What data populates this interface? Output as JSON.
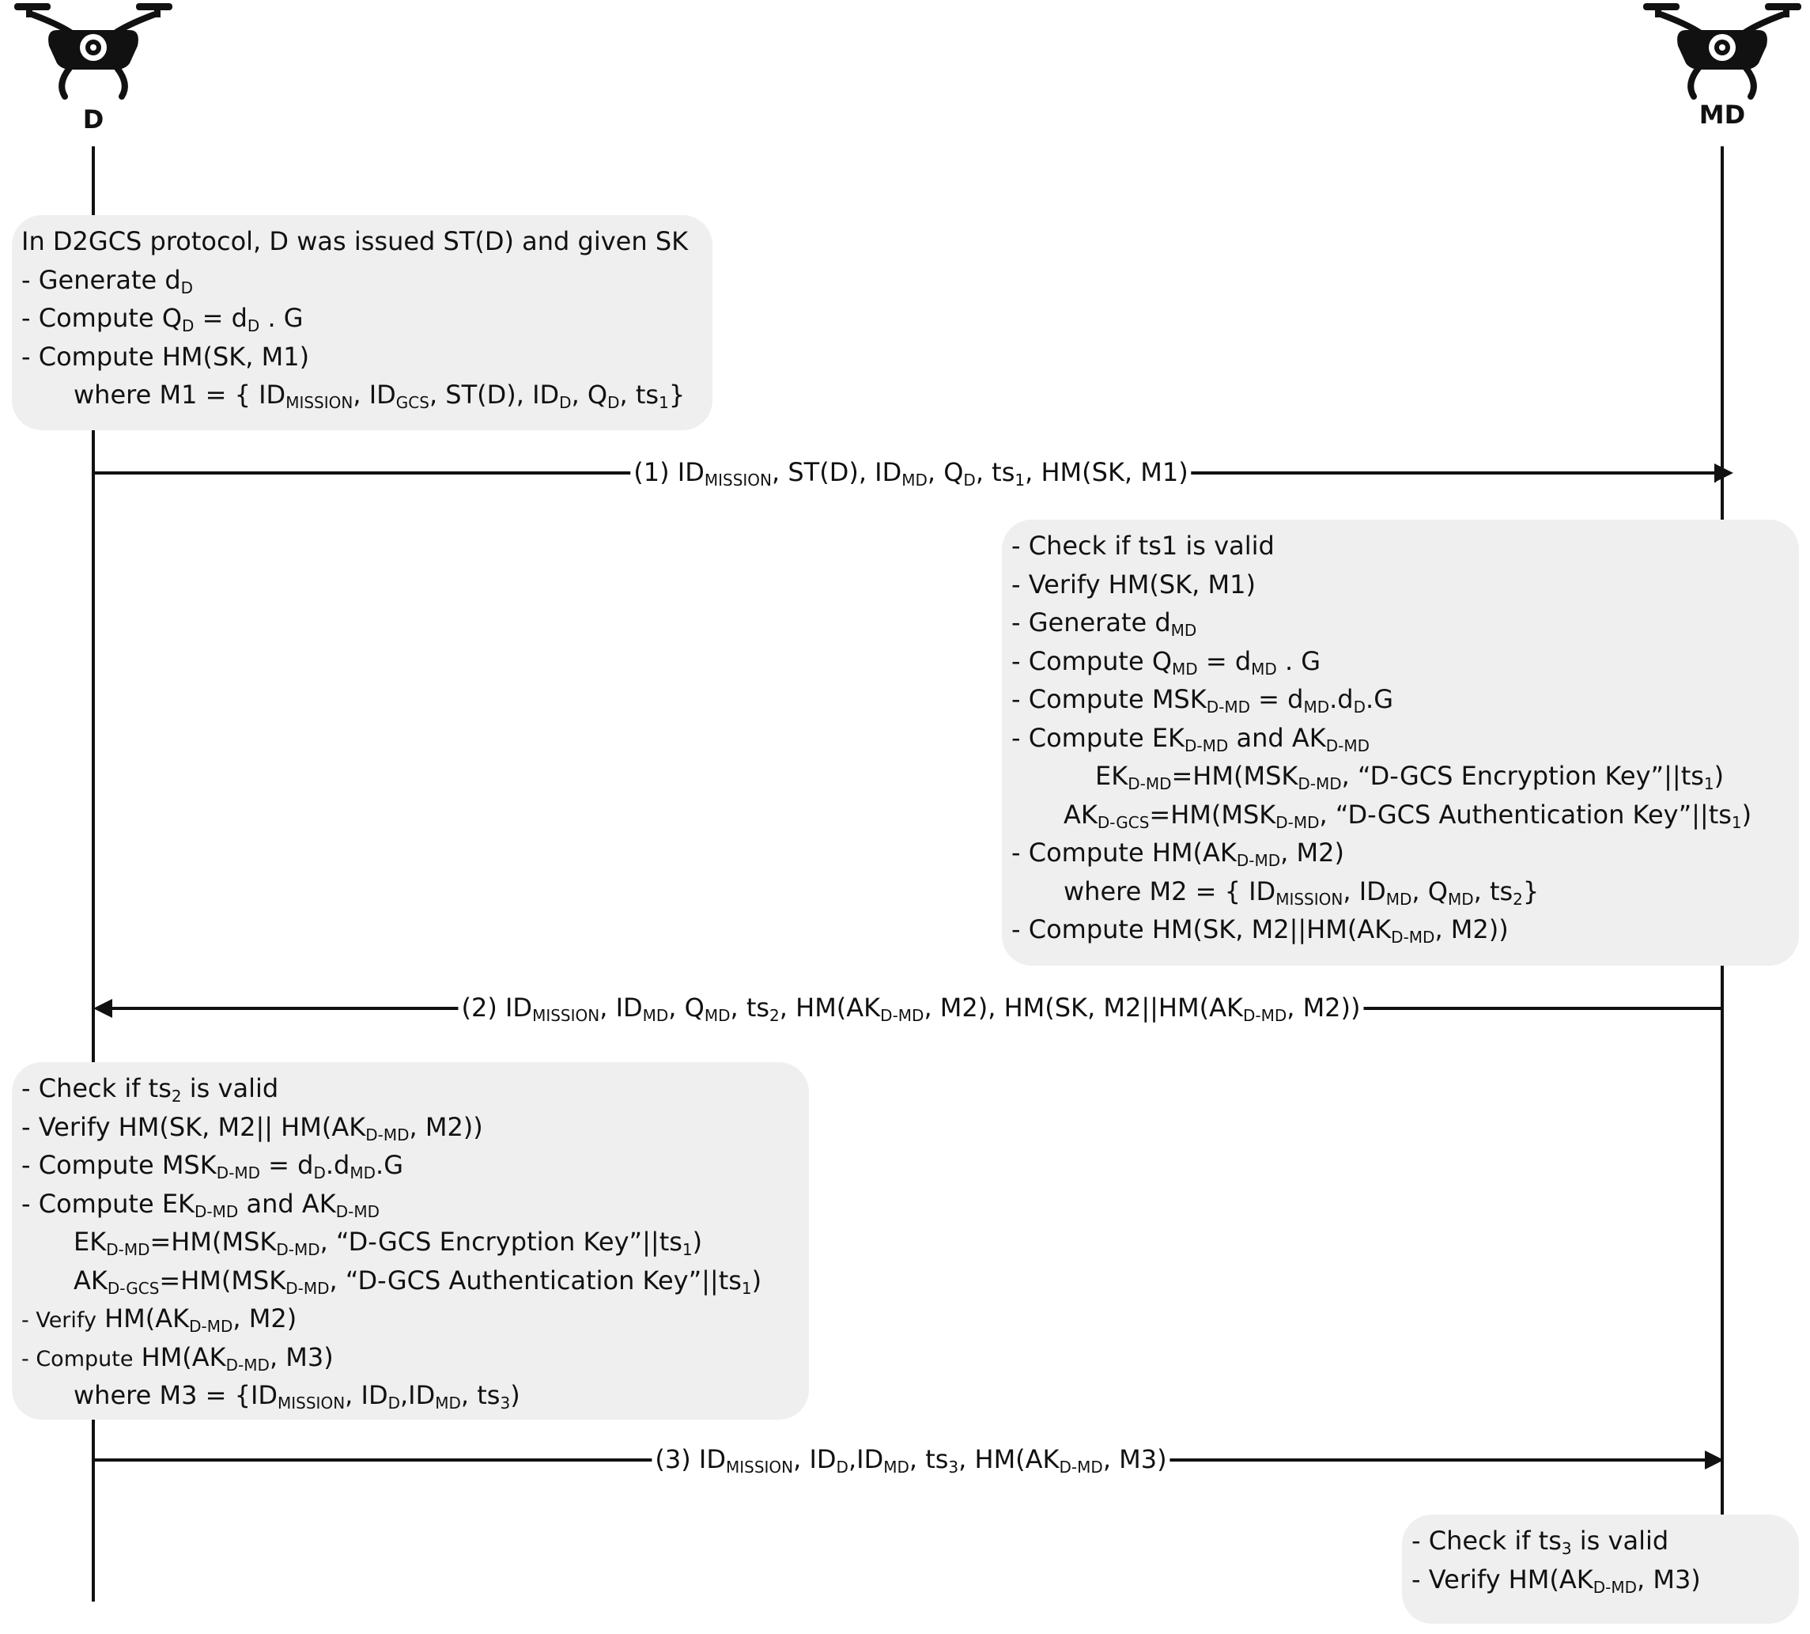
{
  "actors": {
    "left": {
      "label": "D",
      "icon": "drone-icon"
    },
    "right": {
      "label": "MD",
      "icon": "drone-icon"
    }
  },
  "boxes": [
    {
      "id": "d-initial",
      "lines": [
        [
          {
            "t": "In D2GCS protocol, D was issued ST(D) and given SK"
          }
        ],
        [
          {
            "t": "- Generate d"
          },
          {
            "s": "D"
          }
        ],
        [
          {
            "t": "- Compute Q"
          },
          {
            "s": "D"
          },
          {
            "t": " = d"
          },
          {
            "s": "D"
          },
          {
            "t": " . G"
          }
        ],
        [
          {
            "t": "- Compute HM(SK, M1)"
          }
        ],
        [
          {
            "t": "where M1 = { ID"
          },
          {
            "s": "MISSION"
          },
          {
            "t": ", ID"
          },
          {
            "s": "GCS"
          },
          {
            "t": ", ST(D), ID"
          },
          {
            "s": "D"
          },
          {
            "t": ", Q"
          },
          {
            "s": "D"
          },
          {
            "t": ", ts"
          },
          {
            "s": "1"
          },
          {
            "t": "}"
          }
        ]
      ]
    },
    {
      "id": "md-processing",
      "lines": [
        [
          {
            "t": "- Check if ts1 is valid"
          }
        ],
        [
          {
            "t": "- Verify HM(SK, M1)"
          }
        ],
        [
          {
            "t": "- Generate d"
          },
          {
            "s": "MD"
          }
        ],
        [
          {
            "t": "- Compute Q"
          },
          {
            "s": "MD"
          },
          {
            "t": " = d"
          },
          {
            "s": "MD"
          },
          {
            "t": " . G"
          }
        ],
        [
          {
            "t": "- Compute MSK"
          },
          {
            "s": "D-MD"
          },
          {
            "t": " = d"
          },
          {
            "s": "MD"
          },
          {
            "t": ".d"
          },
          {
            "s": "D"
          },
          {
            "t": ".G"
          }
        ],
        [
          {
            "t": "- Compute EK"
          },
          {
            "s": "D-MD"
          },
          {
            "t": " and AK"
          },
          {
            "s": "D-MD"
          }
        ],
        [
          {
            "t": "EK"
          },
          {
            "s": "D-MD"
          },
          {
            "t": "=HM(MSK"
          },
          {
            "s": "D-MD"
          },
          {
            "t": ", “D-GCS Encryption Key”||ts"
          },
          {
            "s": "1"
          },
          {
            "t": ")"
          }
        ],
        [
          {
            "t": "AK"
          },
          {
            "s": "D-GCS"
          },
          {
            "t": "=HM(MSK"
          },
          {
            "s": "D-MD"
          },
          {
            "t": ", “D-GCS Authentication Key”||ts"
          },
          {
            "s": "1"
          },
          {
            "t": ")"
          }
        ],
        [
          {
            "t": "- Compute HM(AK"
          },
          {
            "s": "D-MD"
          },
          {
            "t": ", M2)"
          }
        ],
        [
          {
            "t": "where M2 = { ID"
          },
          {
            "s": "MISSION"
          },
          {
            "t": ", ID"
          },
          {
            "s": "MD"
          },
          {
            "t": ", Q"
          },
          {
            "s": "MD"
          },
          {
            "t": ", ts"
          },
          {
            "s": "2"
          },
          {
            "t": "}"
          }
        ],
        [
          {
            "t": "- Compute HM(SK, M2||HM(AK"
          },
          {
            "s": "D-MD"
          },
          {
            "t": ", M2))"
          }
        ]
      ]
    },
    {
      "id": "d-verification",
      "lines": [
        [
          {
            "t": "- Check if ts"
          },
          {
            "s": "2"
          },
          {
            "t": " is valid"
          }
        ],
        [
          {
            "t": "- Verify HM(SK, M2|| HM(AK"
          },
          {
            "s": "D-MD"
          },
          {
            "t": ", M2))"
          }
        ],
        [
          {
            "t": "- Compute MSK"
          },
          {
            "s": "D-MD"
          },
          {
            "t": " = d"
          },
          {
            "s": "D"
          },
          {
            "t": ".d"
          },
          {
            "s": "MD"
          },
          {
            "t": ".G"
          }
        ],
        [
          {
            "t": "- Compute EK"
          },
          {
            "s": "D-MD"
          },
          {
            "t": " and AK"
          },
          {
            "s": "D-MD"
          }
        ],
        [
          {
            "t": "EK"
          },
          {
            "s": "D-MD"
          },
          {
            "t": "=HM(MSK"
          },
          {
            "s": "D-MD"
          },
          {
            "t": ", “D-GCS Encryption Key”||ts"
          },
          {
            "s": "1"
          },
          {
            "t": ")"
          }
        ],
        [
          {
            "t": "AK"
          },
          {
            "s": "D-GCS"
          },
          {
            "t": "=HM(MSK"
          },
          {
            "s": "D-MD"
          },
          {
            "t": ", “D-GCS Authentication Key”||ts"
          },
          {
            "s": "1"
          },
          {
            "t": ")"
          }
        ],
        [
          {
            "m": "- Verify"
          },
          {
            "t": " HM(AK"
          },
          {
            "s": "D-MD"
          },
          {
            "t": ", M2)"
          }
        ],
        [
          {
            "m": "- Compute"
          },
          {
            "t": " HM(AK"
          },
          {
            "s": "D-MD"
          },
          {
            "t": ", M3)"
          }
        ],
        [
          {
            "t": "where M3 = {ID"
          },
          {
            "s": "MISSION"
          },
          {
            "t": ", ID"
          },
          {
            "s": "D"
          },
          {
            "t": ",ID"
          },
          {
            "s": "MD"
          },
          {
            "t": ", ts"
          },
          {
            "s": "3"
          },
          {
            "t": ")"
          }
        ]
      ]
    },
    {
      "id": "md-final",
      "lines": [
        [
          {
            "t": "- Check if ts"
          },
          {
            "s": "3"
          },
          {
            "t": " is valid"
          }
        ],
        [
          {
            "t": "- Verify HM(AK"
          },
          {
            "s": "D-MD"
          },
          {
            "t": ", M3)"
          }
        ]
      ]
    }
  ],
  "messages": [
    {
      "id": "msg-1",
      "from": "left",
      "to": "right",
      "parts": [
        {
          "t": "(1) ID"
        },
        {
          "s": "MISSION"
        },
        {
          "t": ", ST(D), ID"
        },
        {
          "s": "MD"
        },
        {
          "t": ", Q"
        },
        {
          "s": "D"
        },
        {
          "t": ", ts"
        },
        {
          "s": "1"
        },
        {
          "t": ", HM(SK, M1)"
        }
      ]
    },
    {
      "id": "msg-2",
      "from": "right",
      "to": "left",
      "parts": [
        {
          "t": "(2) ID"
        },
        {
          "s": "MISSION"
        },
        {
          "t": ", ID"
        },
        {
          "s": "MD"
        },
        {
          "t": ", Q"
        },
        {
          "s": "MD"
        },
        {
          "t": ", ts"
        },
        {
          "s": "2"
        },
        {
          "t": ", HM(AK"
        },
        {
          "s": "D-MD"
        },
        {
          "t": ", M2), HM(SK, M2||HM(AK"
        },
        {
          "s": "D-MD"
        },
        {
          "t": ", M2))"
        }
      ]
    },
    {
      "id": "msg-3",
      "from": "left",
      "to": "right",
      "parts": [
        {
          "t": "(3) ID"
        },
        {
          "s": "MISSION"
        },
        {
          "t": ", ID"
        },
        {
          "s": "D"
        },
        {
          "t": ",ID"
        },
        {
          "s": "MD"
        },
        {
          "t": ", ts"
        },
        {
          "s": "3"
        },
        {
          "t": ", HM(AK"
        },
        {
          "s": "D-MD"
        },
        {
          "t": ", M3)"
        }
      ]
    }
  ],
  "colors": {
    "box_fill": "#efefef",
    "line": "#111111",
    "text": "#111111"
  }
}
